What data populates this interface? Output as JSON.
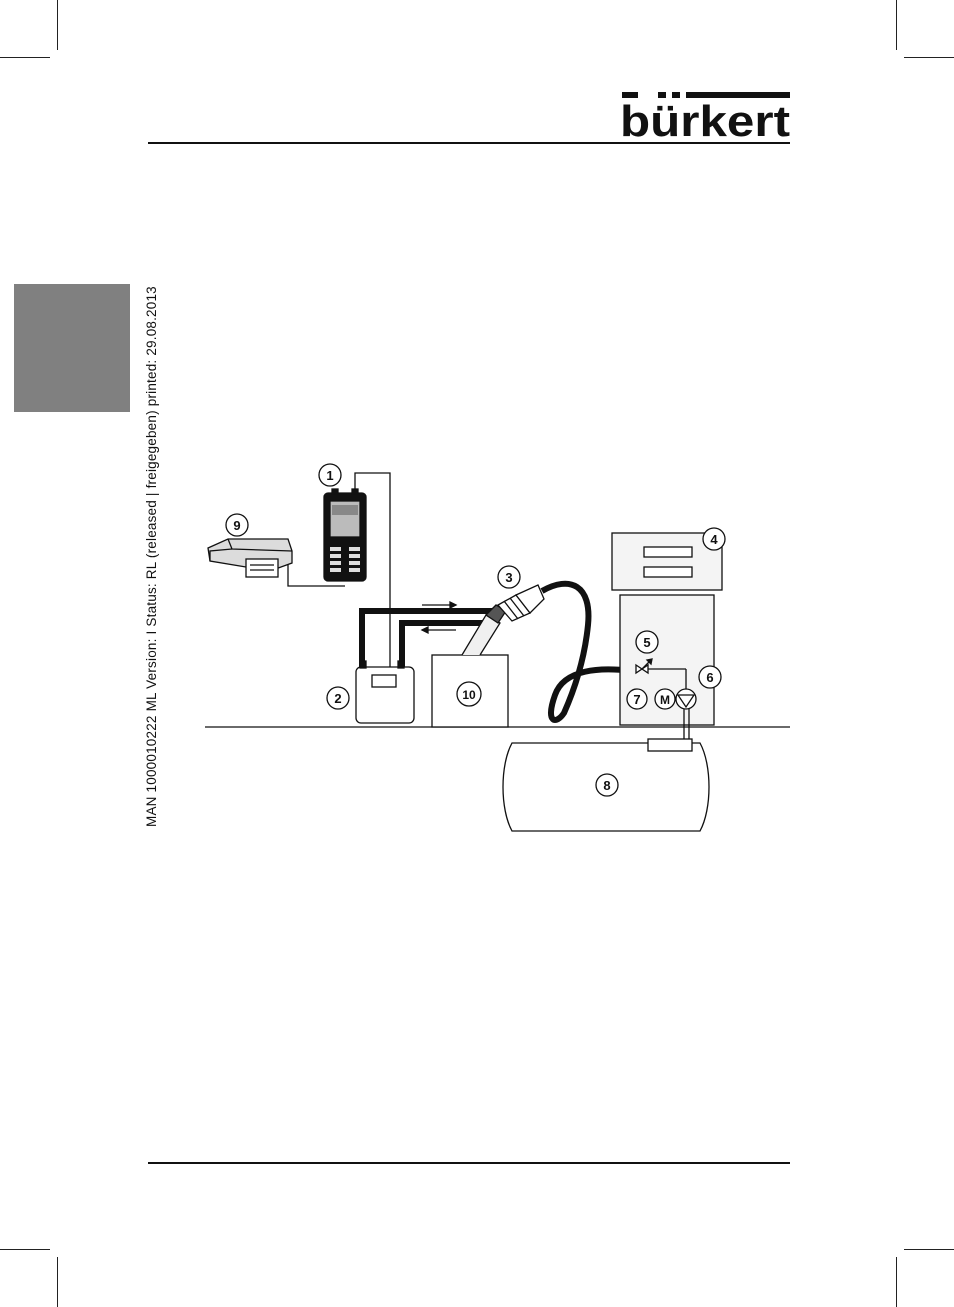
{
  "brand": {
    "logo_text": "bürkert"
  },
  "side_info": {
    "text": "MAN  1000010222  ML  Version: I  Status: RL (released | freigegeben)  printed: 29.08.2013"
  },
  "diagram": {
    "callouts": [
      "1",
      "2",
      "3",
      "4",
      "5",
      "6",
      "7",
      "8",
      "9",
      "10"
    ],
    "motor_symbol": "M"
  },
  "colors": {
    "ink": "#111111",
    "tab_gray": "#808080",
    "tank_fill": "#ffffff",
    "machine_fill": "#f4f4f4"
  }
}
